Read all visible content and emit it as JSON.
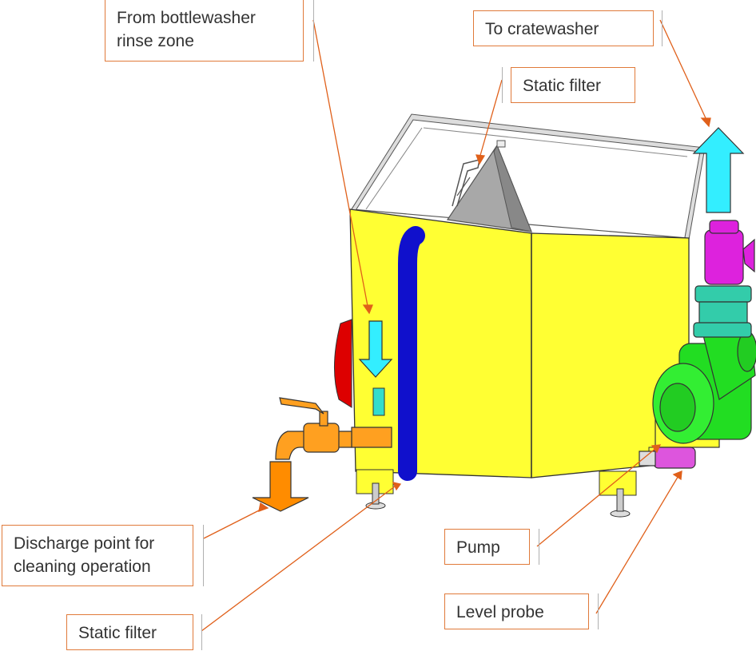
{
  "labels": {
    "from_bottlewasher": [
      "From bottlewasher",
      "rinse zone"
    ],
    "to_cratewasher": "To cratewasher",
    "static_filter_top": "Static filter",
    "discharge_point": [
      "Discharge point for",
      "cleaning operation"
    ],
    "static_filter_bottom": "Static filter",
    "pump": "Pump",
    "level_probe": "Level probe"
  },
  "colors": {
    "tank": "#ffff33",
    "inlet_arrow": "#33eeff",
    "outlet_arrow": "#33eeff",
    "discharge_arrow": "#ff8c00",
    "standpipe": "#1010cc",
    "pump": "#22dd22",
    "flange": "#33ccaa",
    "valve_top": "#dd22dd",
    "discharge_valve": "#ffa020",
    "side_valve": "#dd0000",
    "callout_border": "#e07a3a",
    "leader_line": "#e0601a"
  }
}
